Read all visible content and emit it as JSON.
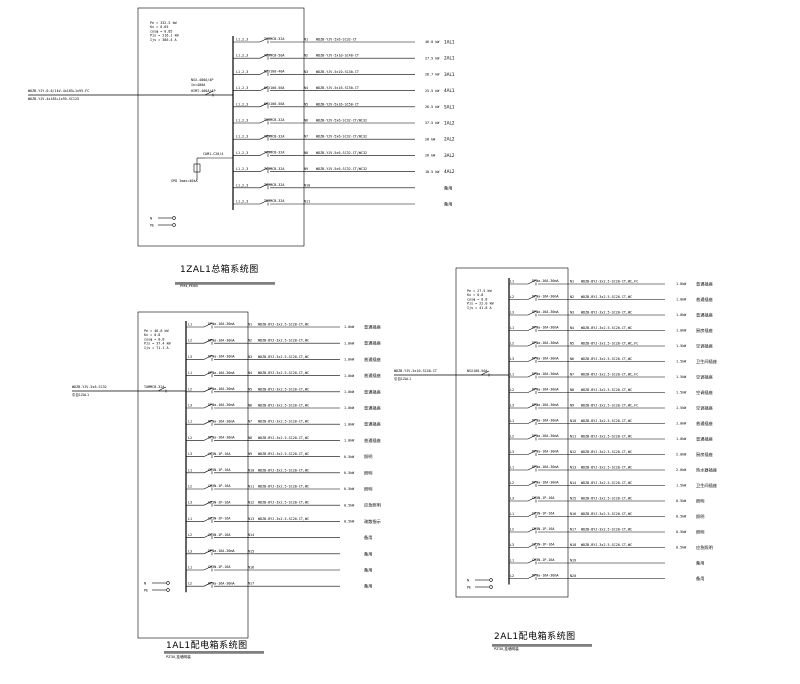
{
  "panels": [
    {
      "id": "1zal1",
      "title": "1ZAL1总箱系统图",
      "subtitle": "PM4,PE6B",
      "params": [
        "Pe = 332.5 kW",
        "Kx = 0.65",
        "cosφ = 0.85",
        "Pjs = 216.1 kW",
        "Ijs = 386.4 A"
      ],
      "incoming_cable": "WDZB-YJY-0.6/1kV-4x185+1x95-FC",
      "incoming_note": "WDZB-YJV-4x185+1x95-SC125",
      "main_breaker": "HIMT-400A/4P",
      "meter": "NSX-400A/4P",
      "meter_note": "In=400A",
      "spd": "CAM1-C20/4",
      "spd_note": "SPD Imax=40kA",
      "legend": [
        "N",
        "PE"
      ],
      "rows": [
        {
          "phase": "L1,2,3",
          "breaker": "TAMMCB-32A",
          "circuit": "N1",
          "cable": "WDZB-YJV-5x6-SC32-CT",
          "power": "46.8 kW",
          "dest": "1AL1"
        },
        {
          "phase": "L1,2,3",
          "breaker": "TAMMCB-50A",
          "circuit": "N2",
          "cable": "WDZB-YJV-5x10-SC40-CT",
          "power": "27.5 kW",
          "dest": "2AL1"
        },
        {
          "phase": "L1,2,3",
          "breaker": "NSX100-40A",
          "circuit": "N3",
          "cable": "WDZB-YJV-5x10-SC40-CT",
          "power": "28.7 kW",
          "dest": "3AL1"
        },
        {
          "phase": "L1,2,3",
          "breaker": "NSX100-50A",
          "circuit": "N4",
          "cable": "WDZB-YJV-5x16-SC50-CT",
          "power": "25.5 kW",
          "dest": "4AL1"
        },
        {
          "phase": "L1,2,3",
          "breaker": "NSX100-50A",
          "circuit": "N5",
          "cable": "WDZB-YJV-5x16-SC50-CT",
          "power": "26.5 kW",
          "dest": "5AL1"
        },
        {
          "phase": "L1,2,3",
          "breaker": "TAMMCB-32A",
          "circuit": "N6",
          "cable": "WDZB-YJV-5x6-SC32-CT/WC32",
          "power": "37.5 kW",
          "dest": "1AL2"
        },
        {
          "phase": "L1,2,3",
          "breaker": "TAMMCB-32A",
          "circuit": "N7",
          "cable": "WDZB-YJV-5x6-SC32-CT/WC32",
          "power": "28 kW",
          "dest": "2AL2"
        },
        {
          "phase": "L1,2,3",
          "breaker": "TAMMCB-32A",
          "circuit": "N8",
          "cable": "WDZB-YJV-5x6-SC32-CT/WC32",
          "power": "26 kW",
          "dest": "3AL2"
        },
        {
          "phase": "L1,2,3",
          "breaker": "TAMMCB-32A",
          "circuit": "N9",
          "cable": "WDZB-YJV-5x6-SC32-CT/WC32",
          "power": "18.5 kW",
          "dest": "4AL2"
        },
        {
          "phase": "L1,2,3",
          "breaker": "TAMMCB-32A",
          "circuit": "N10",
          "cable": "",
          "power": "",
          "dest": "备用"
        },
        {
          "phase": "L1,2,3",
          "breaker": "TAMMCB-32A",
          "circuit": "N11",
          "cable": "",
          "power": "",
          "dest": "备用"
        }
      ]
    },
    {
      "id": "1al1",
      "title": "1AL1配电箱系统图",
      "subtitle": "PZ30,挂墙明装",
      "params": [
        "Pe = 46.8 kW",
        "Kx = 0.8",
        "cosφ = 0.8",
        "Pjs = 37.4 kW",
        "Ijs = 71.1 A"
      ],
      "incoming_cable": "WDZB-YJV-5x6-SC32",
      "incoming_note": "引自1ZAL1",
      "main_breaker": "TAMMCB-32A",
      "legend": [
        "N",
        "PE"
      ],
      "rows": [
        {
          "phase": "L1",
          "breaker": "DPNa-16A-30mA",
          "circuit": "N1",
          "cable": "WDZB-BYJ-3x2.5-SC20-CT,WC",
          "power": "1.0kW",
          "dest": "普通插座"
        },
        {
          "phase": "L2",
          "breaker": "DPNa-16A-30mA",
          "circuit": "N2",
          "cable": "WDZB-BYJ-3x2.5-SC20-CT,WC",
          "power": "1.0kW",
          "dest": "普通插座"
        },
        {
          "phase": "L3",
          "breaker": "DPNa-16A-30mA",
          "circuit": "N3",
          "cable": "WDZB-BYJ-3x2.5-SC20-CT,WC",
          "power": "1.0kW",
          "dest": "普通插座"
        },
        {
          "phase": "L1",
          "breaker": "DPNa-16A-30mA",
          "circuit": "N4",
          "cable": "WDZB-BYJ-3x2.5-SC20-CT,WC",
          "power": "1.0kW",
          "dest": "普通插座"
        },
        {
          "phase": "L2",
          "breaker": "DPNa-16A-30mA",
          "circuit": "N5",
          "cable": "WDZB-BYJ-3x2.5-SC20-CT,WC",
          "power": "1.0kW",
          "dest": "普通插座"
        },
        {
          "phase": "L3",
          "breaker": "DPNa-16A-30mA",
          "circuit": "N6",
          "cable": "WDZB-BYJ-3x2.5-SC20-CT,WC",
          "power": "1.0kW",
          "dest": "普通插座"
        },
        {
          "phase": "L1",
          "breaker": "DPNa-16A-30mA",
          "circuit": "N7",
          "cable": "WDZB-BYJ-3x2.5-SC20-CT,WC",
          "power": "1.0kW",
          "dest": "普通插座"
        },
        {
          "phase": "L2",
          "breaker": "DPNa-16A-30mA",
          "circuit": "N8",
          "cable": "WDZB-BYJ-3x2.5-SC20-CT,WC",
          "power": "1.0kW",
          "dest": "普通插座"
        },
        {
          "phase": "L3",
          "breaker": "C65N-1P-16A",
          "circuit": "N9",
          "cable": "WDZB-BYJ-3x2.5-SC20-CT,WC",
          "power": "0.5kW",
          "dest": "照明"
        },
        {
          "phase": "L1",
          "breaker": "C65N-1P-16A",
          "circuit": "N10",
          "cable": "WDZB-BYJ-3x2.5-SC20-CT,WC",
          "power": "0.5kW",
          "dest": "照明"
        },
        {
          "phase": "L2",
          "breaker": "C65N-1P-16A",
          "circuit": "N11",
          "cable": "WDZB-BYJ-3x2.5-SC20-CT,WC",
          "power": "0.5kW",
          "dest": "照明"
        },
        {
          "phase": "L3",
          "breaker": "C65N-1P-16A",
          "circuit": "N12",
          "cable": "WDZB-BYJ-3x2.5-SC20-CT,WC",
          "power": "0.5kW",
          "dest": "应急照明"
        },
        {
          "phase": "L1",
          "breaker": "C65N-1P-16A",
          "circuit": "N13",
          "cable": "WDZB-BYJ-3x2.5-SC20-CT,WC",
          "power": "0.5kW",
          "dest": "疏散指示"
        },
        {
          "phase": "L2",
          "breaker": "C65N-1P-16A",
          "circuit": "N14",
          "cable": "",
          "power": "",
          "dest": "备用"
        },
        {
          "phase": "L3",
          "breaker": "DPNa-16A-30mA",
          "circuit": "N15",
          "cable": "",
          "power": "",
          "dest": "备用"
        },
        {
          "phase": "L1",
          "breaker": "C65N-1P-16A",
          "circuit": "N16",
          "cable": "",
          "power": "",
          "dest": "备用"
        },
        {
          "phase": "L2",
          "breaker": "DPNa-16A-30mA",
          "circuit": "N17",
          "cable": "",
          "power": "",
          "dest": "备用"
        }
      ]
    },
    {
      "id": "2al1",
      "title": "2AL1配电箱系统图",
      "subtitle": "PZ30,挂墙明装",
      "params": [
        "Pe = 27.5 kW",
        "Kx = 0.8",
        "cosφ = 0.8",
        "Pjs = 22.0 kW",
        "Ijs = 41.8 A"
      ],
      "incoming_cable": "WDZB-YJV-5x10-SC40-CT",
      "incoming_note": "引自1ZAL1",
      "main_breaker": "NSX100-50A",
      "legend": [
        "N",
        "PE"
      ],
      "rows": [
        {
          "phase": "L1",
          "breaker": "DPNa-16A-30mA",
          "circuit": "N1",
          "cable": "WDZB-BYJ-3x2.5-SC20-CT,WC,FC",
          "power": "1.0kW",
          "dest": "普通插座"
        },
        {
          "phase": "L2",
          "breaker": "DPNa-16A-30mA",
          "circuit": "N2",
          "cable": "WDZB-BYJ-3x2.5-SC20-CT,WC",
          "power": "1.0kW",
          "dest": "普通插座"
        },
        {
          "phase": "L3",
          "breaker": "DPNa-16A-30mA",
          "circuit": "N3",
          "cable": "WDZB-BYJ-3x2.5-SC20-CT,WC",
          "power": "1.0kW",
          "dest": "普通插座"
        },
        {
          "phase": "L1",
          "breaker": "DPNa-16A-30mA",
          "circuit": "N4",
          "cable": "WDZB-BYJ-3x2.5-SC20-CT,WC",
          "power": "1.0kW",
          "dest": "厨房插座"
        },
        {
          "phase": "L2",
          "breaker": "DPNa-16A-30mA",
          "circuit": "N5",
          "cable": "WDZB-BYJ-3x2.5-SC20-CT,WC,FC",
          "power": "1.5kW",
          "dest": "空调插座"
        },
        {
          "phase": "L3",
          "breaker": "DPNa-16A-30mA",
          "circuit": "N6",
          "cable": "WDZB-BYJ-3x2.5-SC20-CT,WC",
          "power": "1.5kW",
          "dest": "卫生间插座"
        },
        {
          "phase": "L1",
          "breaker": "DPNa-16A-30mA",
          "circuit": "N7",
          "cable": "WDZB-BYJ-3x2.5-SC20-CT,WC,FC",
          "power": "1.5kW",
          "dest": "空调插座"
        },
        {
          "phase": "L2",
          "breaker": "DPNa-16A-30mA",
          "circuit": "N8",
          "cable": "WDZB-BYJ-3x2.5-SC20-CT,WC",
          "power": "1.5kW",
          "dest": "空调插座"
        },
        {
          "phase": "L3",
          "breaker": "DPNa-16A-30mA",
          "circuit": "N9",
          "cable": "WDZB-BYJ-3x2.5-SC20-CT,WC,FC",
          "power": "1.5kW",
          "dest": "空调插座"
        },
        {
          "phase": "L1",
          "breaker": "DPNa-16A-30mA",
          "circuit": "N10",
          "cable": "WDZB-BYJ-3x2.5-SC20-CT,WC",
          "power": "1.0kW",
          "dest": "普通插座"
        },
        {
          "phase": "L2",
          "breaker": "DPNa-16A-30mA",
          "circuit": "N11",
          "cable": "WDZB-BYJ-3x2.5-SC20-CT,WC",
          "power": "1.0kW",
          "dest": "普通插座"
        },
        {
          "phase": "L3",
          "breaker": "DPNa-16A-30mA",
          "circuit": "N12",
          "cable": "WDZB-BYJ-3x2.5-SC20-CT,WC",
          "power": "2.0kW",
          "dest": "厨房插座"
        },
        {
          "phase": "L1",
          "breaker": "DPNa-16A-30mA",
          "circuit": "N13",
          "cable": "WDZB-BYJ-3x2.5-SC20-CT,WC",
          "power": "2.0kW",
          "dest": "热水器插座"
        },
        {
          "phase": "L2",
          "breaker": "DPNa-16A-30mA",
          "circuit": "N14",
          "cable": "WDZB-BYJ-3x2.5-SC20-CT,WC",
          "power": "1.5kW",
          "dest": "卫生间插座"
        },
        {
          "phase": "L3",
          "breaker": "C65N-1P-16A",
          "circuit": "N15",
          "cable": "WDZB-BYJ-3x2.5-SC20-CT,WC",
          "power": "0.5kW",
          "dest": "照明"
        },
        {
          "phase": "L1",
          "breaker": "C65N-1P-16A",
          "circuit": "N16",
          "cable": "WDZB-BYJ-3x2.5-SC20-CT,WC",
          "power": "0.5kW",
          "dest": "照明"
        },
        {
          "phase": "L2",
          "breaker": "C65N-1P-16A",
          "circuit": "N17",
          "cable": "WDZB-BYJ-3x2.5-SC20-CT,WC",
          "power": "0.5kW",
          "dest": "照明"
        },
        {
          "phase": "L3",
          "breaker": "C65N-1P-16A",
          "circuit": "N18",
          "cable": "WDZB-BYJ-3x2.5-SC20-CT,WC",
          "power": "0.5kW",
          "dest": "应急照明"
        },
        {
          "phase": "L1",
          "breaker": "C65N-1P-16A",
          "circuit": "N19",
          "cable": "",
          "power": "",
          "dest": "备用"
        },
        {
          "phase": "L2",
          "breaker": "DPNa-16A-30mA",
          "circuit": "N20",
          "cable": "",
          "power": "",
          "dest": "备用"
        }
      ]
    }
  ]
}
